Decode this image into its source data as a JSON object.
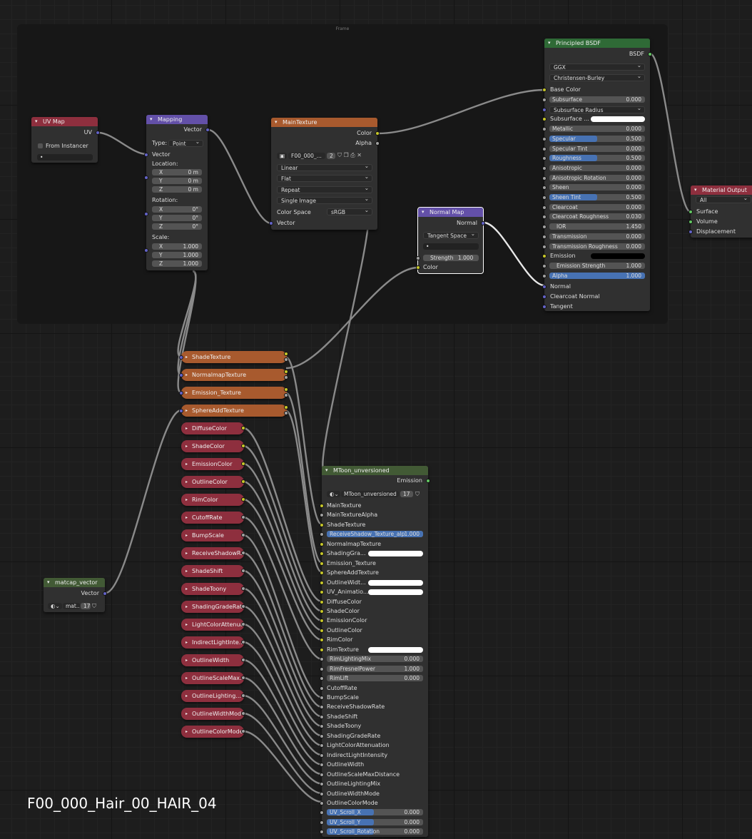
{
  "frame": {
    "label": "Frame"
  },
  "material_title": "F00_000_Hair_00_HAIR_04",
  "uvmap": {
    "title": "UV Map",
    "out": "UV",
    "from_instancer": "From Instancer",
    "field": "•"
  },
  "mapping": {
    "title": "Mapping",
    "out": "Vector",
    "type_label": "Type:",
    "type_value": "Point",
    "vector": "Vector",
    "location": "Location:",
    "rotation": "Rotation:",
    "scale": "Scale:",
    "loc": [
      {
        "a": "X",
        "v": "0 m"
      },
      {
        "a": "Y",
        "v": "0 m"
      },
      {
        "a": "Z",
        "v": "0 m"
      }
    ],
    "rot": [
      {
        "a": "X",
        "v": "0°"
      },
      {
        "a": "Y",
        "v": "0°"
      },
      {
        "a": "Z",
        "v": "0°"
      }
    ],
    "scl": [
      {
        "a": "X",
        "v": "1.000"
      },
      {
        "a": "Y",
        "v": "1.000"
      },
      {
        "a": "Z",
        "v": "1.000"
      }
    ]
  },
  "maintex": {
    "title": "MainTexture",
    "out_color": "Color",
    "out_alpha": "Alpha",
    "image_name": "F00_000_...",
    "users": "2",
    "interp": "Linear",
    "proj": "Flat",
    "ext": "Repeat",
    "source": "Single Image",
    "cs_label": "Color Space",
    "cs_value": "sRGB",
    "vector": "Vector"
  },
  "normalmap": {
    "title": "Normal Map",
    "out": "Normal",
    "space": "Tangent Space",
    "field": "•",
    "strength_label": "Strength",
    "strength": "1.000",
    "color": "Color"
  },
  "bsdf": {
    "title": "Principled BSDF",
    "out": "BSDF",
    "dist": "GGX",
    "sss": "Christensen-Burley",
    "base_color": "Base Color",
    "subsurface": "Subsurface",
    "subsurface_v": "0.000",
    "ss_radius": "Subsurface Radius",
    "ss_color": "Subsurface ...",
    "metallic": "Metallic",
    "metallic_v": "0.000",
    "specular": "Specular",
    "specular_v": "0.500",
    "spec_tint": "Specular Tint",
    "spec_tint_v": "0.000",
    "roughness": "Roughness",
    "roughness_v": "0.500",
    "aniso": "Anisotropic",
    "aniso_v": "0.000",
    "aniso_rot": "Anisotropic Rotation",
    "aniso_rot_v": "0.000",
    "sheen": "Sheen",
    "sheen_v": "0.000",
    "sheen_tint": "Sheen Tint",
    "sheen_tint_v": "0.500",
    "clearcoat": "Clearcoat",
    "clearcoat_v": "0.000",
    "cc_rough": "Clearcoat Roughness",
    "cc_rough_v": "0.030",
    "ior": "IOR",
    "ior_v": "1.450",
    "trans": "Transmission",
    "trans_v": "0.000",
    "trans_rough": "Transmission Roughness",
    "trans_rough_v": "0.000",
    "emission": "Emission",
    "em_strength": "Emission Strength",
    "em_strength_v": "1.000",
    "alpha": "Alpha",
    "alpha_v": "1.000",
    "normal": "Normal",
    "cc_normal": "Clearcoat Normal",
    "tangent": "Tangent"
  },
  "matout": {
    "title": "Material Output",
    "target": "All",
    "surface": "Surface",
    "volume": "Volume",
    "displacement": "Displacement"
  },
  "matcap": {
    "title": "matcap_vector",
    "out": "Vector",
    "name": "mat...",
    "users": "17"
  },
  "reroutes_tex": [
    "ShadeTexture",
    "NormalmapTexture",
    "Emission_Texture",
    "SphereAddTexture"
  ],
  "reroutes_val": [
    "DiffuseColor",
    "ShadeColor",
    "EmissionColor",
    "OutlineColor",
    "RimColor",
    "CutoffRate",
    "BumpScale",
    "ReceiveShadowR...",
    "ShadeShift",
    "ShadeToony",
    "ShadingGradeRat",
    "LightColorAttenua...",
    "IndirectLightInte...",
    "OutlineWidth",
    "OutlineScaleMax...",
    "OutlineLighting...",
    "OutlineWidthMod",
    "OutlineColorMode"
  ],
  "mtoon": {
    "title": "MToon_unversioned",
    "out": "Emission",
    "group_name": "MToon_unversioned",
    "users": "17",
    "inputs": [
      {
        "label": "MainTexture",
        "kind": "plain",
        "s": "y"
      },
      {
        "label": "MainTextureAlpha",
        "kind": "plain",
        "s": "gr"
      },
      {
        "label": "ShadeTexture",
        "kind": "plain",
        "s": "y"
      },
      {
        "label": "ReceiveShadow_Texture_alp",
        "kind": "slider",
        "s": "gr",
        "v": "1.000"
      },
      {
        "label": "NormalmapTexture",
        "kind": "plain",
        "s": "y"
      },
      {
        "label": "ShadingGra...",
        "kind": "color",
        "s": "y"
      },
      {
        "label": "Emission_Texture",
        "kind": "plain",
        "s": "y"
      },
      {
        "label": "SphereAddTexture",
        "kind": "plain",
        "s": "y"
      },
      {
        "label": "OutlineWidt...",
        "kind": "color",
        "s": "y"
      },
      {
        "label": "UV_Animatio...",
        "kind": "color",
        "s": "y"
      },
      {
        "label": "DiffuseColor",
        "kind": "plain",
        "s": "y"
      },
      {
        "label": "ShadeColor",
        "kind": "plain",
        "s": "y"
      },
      {
        "label": "EmissionColor",
        "kind": "plain",
        "s": "y"
      },
      {
        "label": "OutlineColor",
        "kind": "plain",
        "s": "y"
      },
      {
        "label": "RimColor",
        "kind": "plain",
        "s": "y"
      },
      {
        "label": "RimTexture",
        "kind": "color",
        "s": "y"
      },
      {
        "label": "RimLightingMix",
        "kind": "field",
        "s": "gr",
        "v": "0.000"
      },
      {
        "label": "RimFresnelPower",
        "kind": "field",
        "s": "gr",
        "v": "1.000"
      },
      {
        "label": "RimLift",
        "kind": "field",
        "s": "gr",
        "v": "0.000"
      },
      {
        "label": "CutoffRate",
        "kind": "plain",
        "s": "gr"
      },
      {
        "label": "BumpScale",
        "kind": "plain",
        "s": "gr"
      },
      {
        "label": "ReceiveShadowRate",
        "kind": "plain",
        "s": "gr"
      },
      {
        "label": "ShadeShift",
        "kind": "plain",
        "s": "gr"
      },
      {
        "label": "ShadeToony",
        "kind": "plain",
        "s": "gr"
      },
      {
        "label": "ShadingGradeRate",
        "kind": "plain",
        "s": "gr"
      },
      {
        "label": "LightColorAttenuation",
        "kind": "plain",
        "s": "gr"
      },
      {
        "label": "IndirectLightIntensity",
        "kind": "plain",
        "s": "gr"
      },
      {
        "label": "OutlineWidth",
        "kind": "plain",
        "s": "gr"
      },
      {
        "label": "OutlineScaleMaxDistance",
        "kind": "plain",
        "s": "gr"
      },
      {
        "label": "OutlineLightingMix",
        "kind": "plain",
        "s": "gr"
      },
      {
        "label": "OutlineWidthMode",
        "kind": "plain",
        "s": "gr"
      },
      {
        "label": "OutlineColorMode",
        "kind": "plain",
        "s": "gr"
      },
      {
        "label": "UV_Scroll_X",
        "kind": "slider",
        "s": "gr",
        "v": "0.000"
      },
      {
        "label": "UV_Scroll_Y",
        "kind": "slider",
        "s": "gr",
        "v": "0.000"
      },
      {
        "label": "UV_Scroll_Rotation",
        "kind": "slider",
        "s": "gr",
        "v": "0.000"
      }
    ]
  },
  "colors": {
    "link": "#8a8a8a",
    "link_sel": "#e8e8e8",
    "socket_color": "#c7c729",
    "socket_float": "#a1a1a1",
    "socket_vector": "#6363c7",
    "socket_shader": "#63c763"
  }
}
